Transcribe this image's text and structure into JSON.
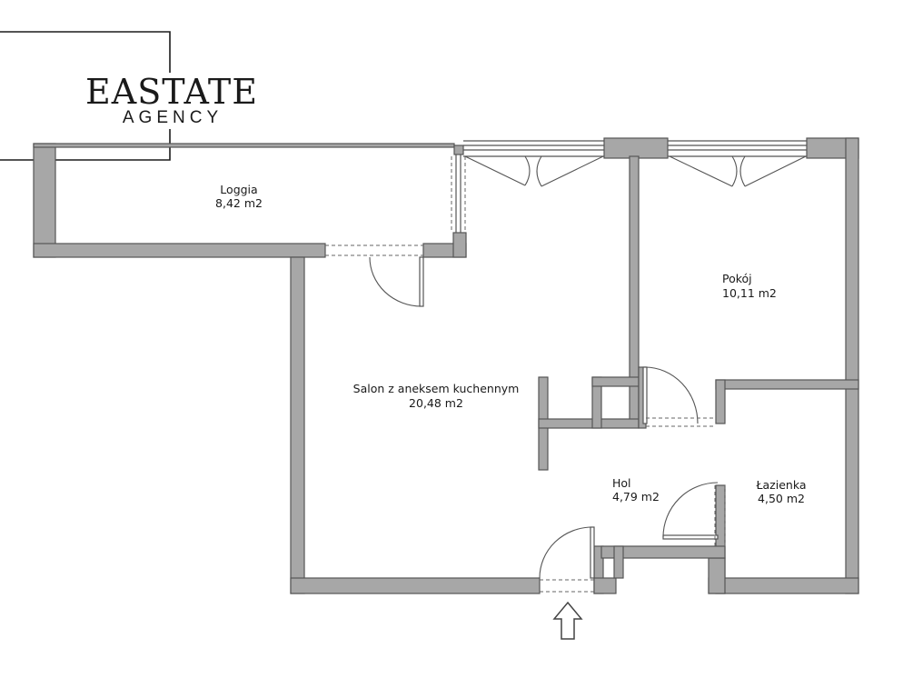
{
  "logo": {
    "name": "EASTATE",
    "sub": "AGENCY"
  },
  "rooms": {
    "loggia": {
      "name": "Loggia",
      "area": "8,42 m2"
    },
    "salon": {
      "name": "Salon z aneksem kuchennym",
      "area": "20,48 m2"
    },
    "pokoj": {
      "name": "Pokój",
      "area": "10,11 m2"
    },
    "hol": {
      "name": "Hol",
      "area": "4,79 m2"
    },
    "lazienka": {
      "name": "Łazienka",
      "area": "4,50 m2"
    }
  },
  "icons": {
    "entrance": "entrance-arrow-icon"
  },
  "colors": {
    "wall_fill": "#a7a7a7",
    "wall_stroke": "#555555",
    "text": "#1a1a1a"
  }
}
